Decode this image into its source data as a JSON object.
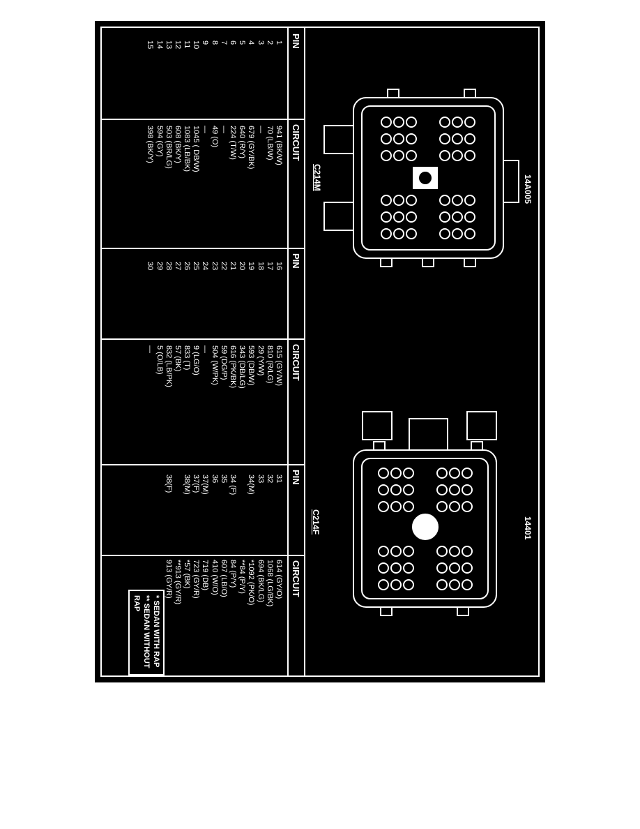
{
  "connectors": {
    "left_part": "14A005",
    "left_name": "C214M",
    "right_part": "14401",
    "right_name": "C214F"
  },
  "legend": {
    "line1": "* SEDAN WITH RAP",
    "line2": "** SEDAN WITHOUT RAP"
  },
  "table": {
    "headers": [
      "PIN",
      "CIRCUIT",
      "PIN",
      "CIRCUIT",
      "PIN",
      "CIRCUIT"
    ],
    "col1_pins": [
      "1",
      "2",
      "3",
      "4",
      "5",
      "6",
      "7",
      "8",
      "9",
      "10",
      "11",
      "12",
      "13",
      "14",
      "15"
    ],
    "col1_circuits": [
      "941 (BK/W)",
      "70 (LB/W)",
      "—",
      "679 (GY/BK)",
      "640 (R/Y)",
      "224 (T/W)",
      "—",
      "49 (O)",
      "—",
      "1045 ( DB/W)",
      "1083 (LB/BK)",
      "608 (BK/Y)",
      "503 (BR/LG)",
      "594 (GY)",
      "398 (BK/Y)"
    ],
    "col2_pins": [
      "16",
      "17",
      "18",
      "19",
      "20",
      "21",
      "22",
      "23",
      "24",
      "25",
      "26",
      "27",
      "28",
      "29",
      "30"
    ],
    "col2_circuits": [
      "615 (GY/W)",
      "810 (R/LG)",
      "29 (Y/W)",
      "593 (DB/W)",
      "343 (DB/LG)",
      "616 (PK/BK)",
      "59 (DG/P)",
      "504 (W/PK)",
      "—",
      "9 (LG/O)",
      "833 (T)",
      "57 (BK)",
      "832 (LB/PK)",
      "5 (O/LB)",
      "—"
    ],
    "col3_pins": [
      "31",
      "32",
      "33",
      "34(M)",
      "",
      "34 (F)",
      "35",
      "36",
      "37(M)",
      "37(F)",
      "38(M)",
      "",
      "38(F)",
      "",
      ""
    ],
    "col3_circuits": [
      "614 (GY/O)",
      "1068 (LG/BK)",
      "694 (BK/LG)",
      "*1092 (PK/O)",
      "**84 (P/Y)",
      "84 (P/Y)",
      "607 (LB/O)",
      "410 (W/O)",
      "719 (DB)",
      "723 (GY/R)",
      "*57 (BK)",
      "**913 (GY/R)",
      "913 (GY/R)",
      "",
      ""
    ]
  },
  "colors": {
    "background": "#000000",
    "ink": "#ffffff",
    "page": "#ffffff"
  }
}
